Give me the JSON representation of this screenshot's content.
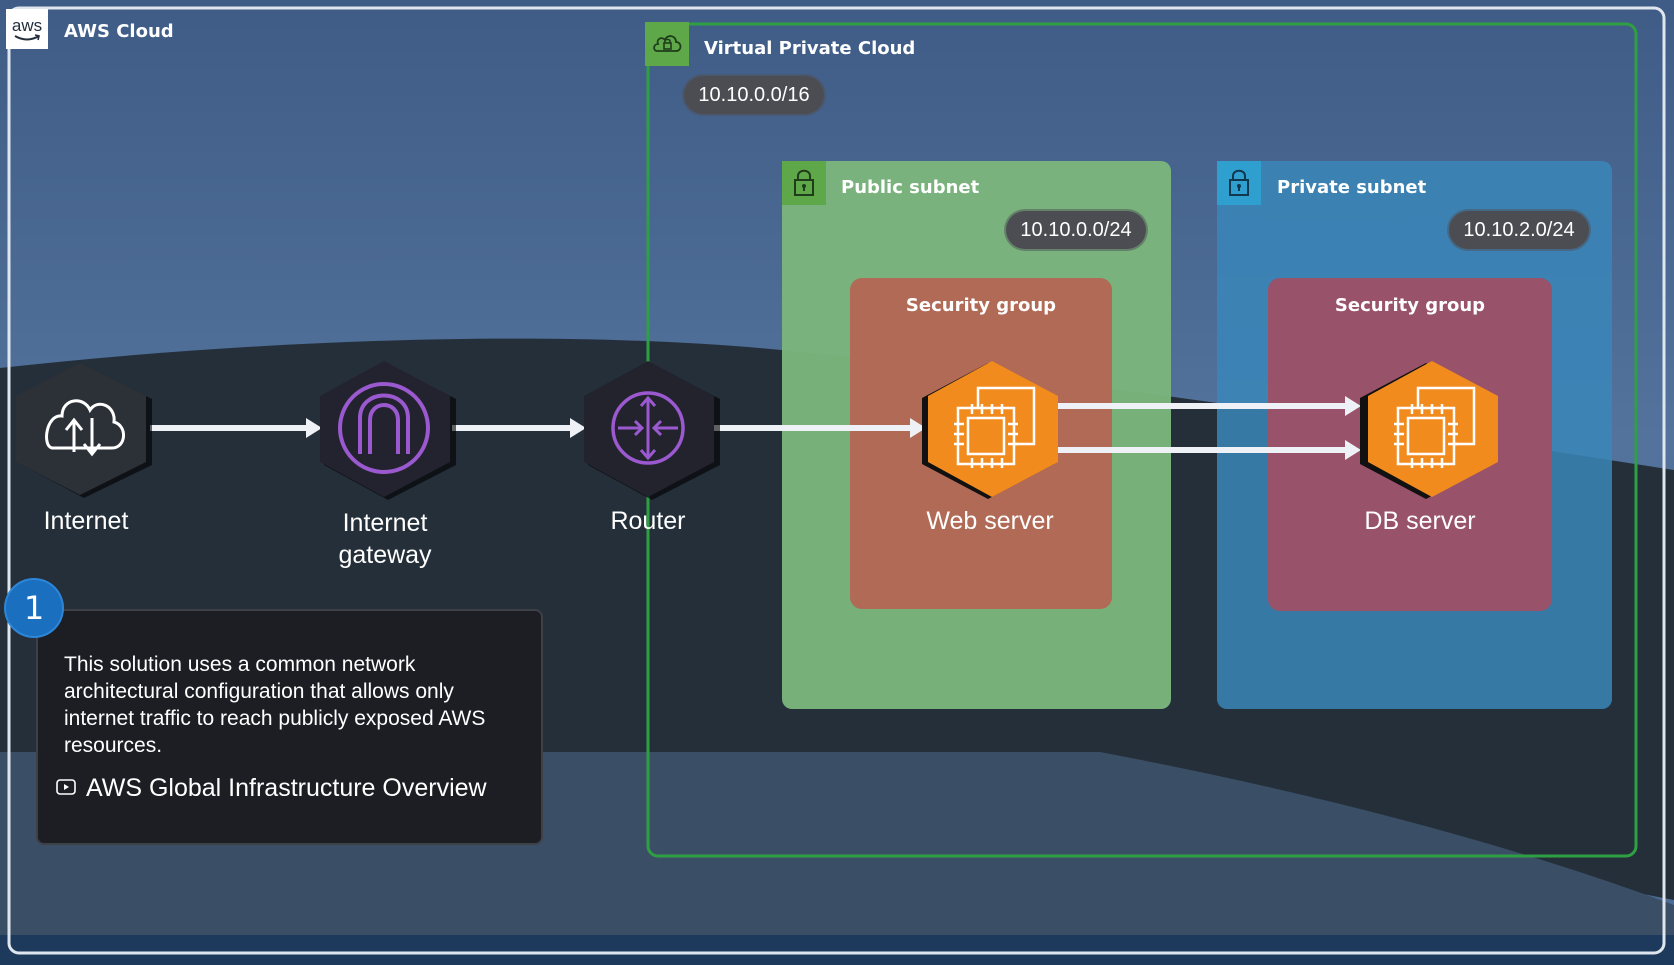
{
  "aws_cloud": {
    "title": "AWS Cloud",
    "logo_text": "aws"
  },
  "vpc": {
    "title": "Virtual Private Cloud",
    "cidr": "10.10.0.0/16"
  },
  "public_subnet": {
    "title": "Public subnet",
    "cidr": "10.10.0.0/24",
    "security_group": "Security group"
  },
  "private_subnet": {
    "title": "Private subnet",
    "cidr": "10.10.2.0/24",
    "security_group": "Security group"
  },
  "nodes": {
    "internet": "Internet",
    "internet_gateway_line1": "Internet",
    "internet_gateway_line2": "gateway",
    "router": "Router",
    "web_server": "Web server",
    "db_server": "DB server"
  },
  "info_card": {
    "step": "1",
    "text": "This solution uses a common network architectural configuration that allows only internet traffic to reach publicly exposed AWS resources.",
    "link_label": "AWS Global Infrastructure Overview"
  },
  "colors": {
    "vpc_border": "#2ea043",
    "public_subnet": "#7bb57b",
    "private_subnet": "#3a86b8",
    "security_group_public": "#b06a55",
    "security_group_private": "#98526a",
    "ec2_orange": "#f28b1e",
    "gateway_purple": "#9b59d0"
  },
  "icons": [
    "aws-logo-icon",
    "cloud-lock-icon",
    "lock-icon",
    "cloud-upload-download-icon",
    "internet-gateway-arch-icon",
    "router-arrows-icon",
    "ec2-chip-icon",
    "video-play-icon"
  ]
}
